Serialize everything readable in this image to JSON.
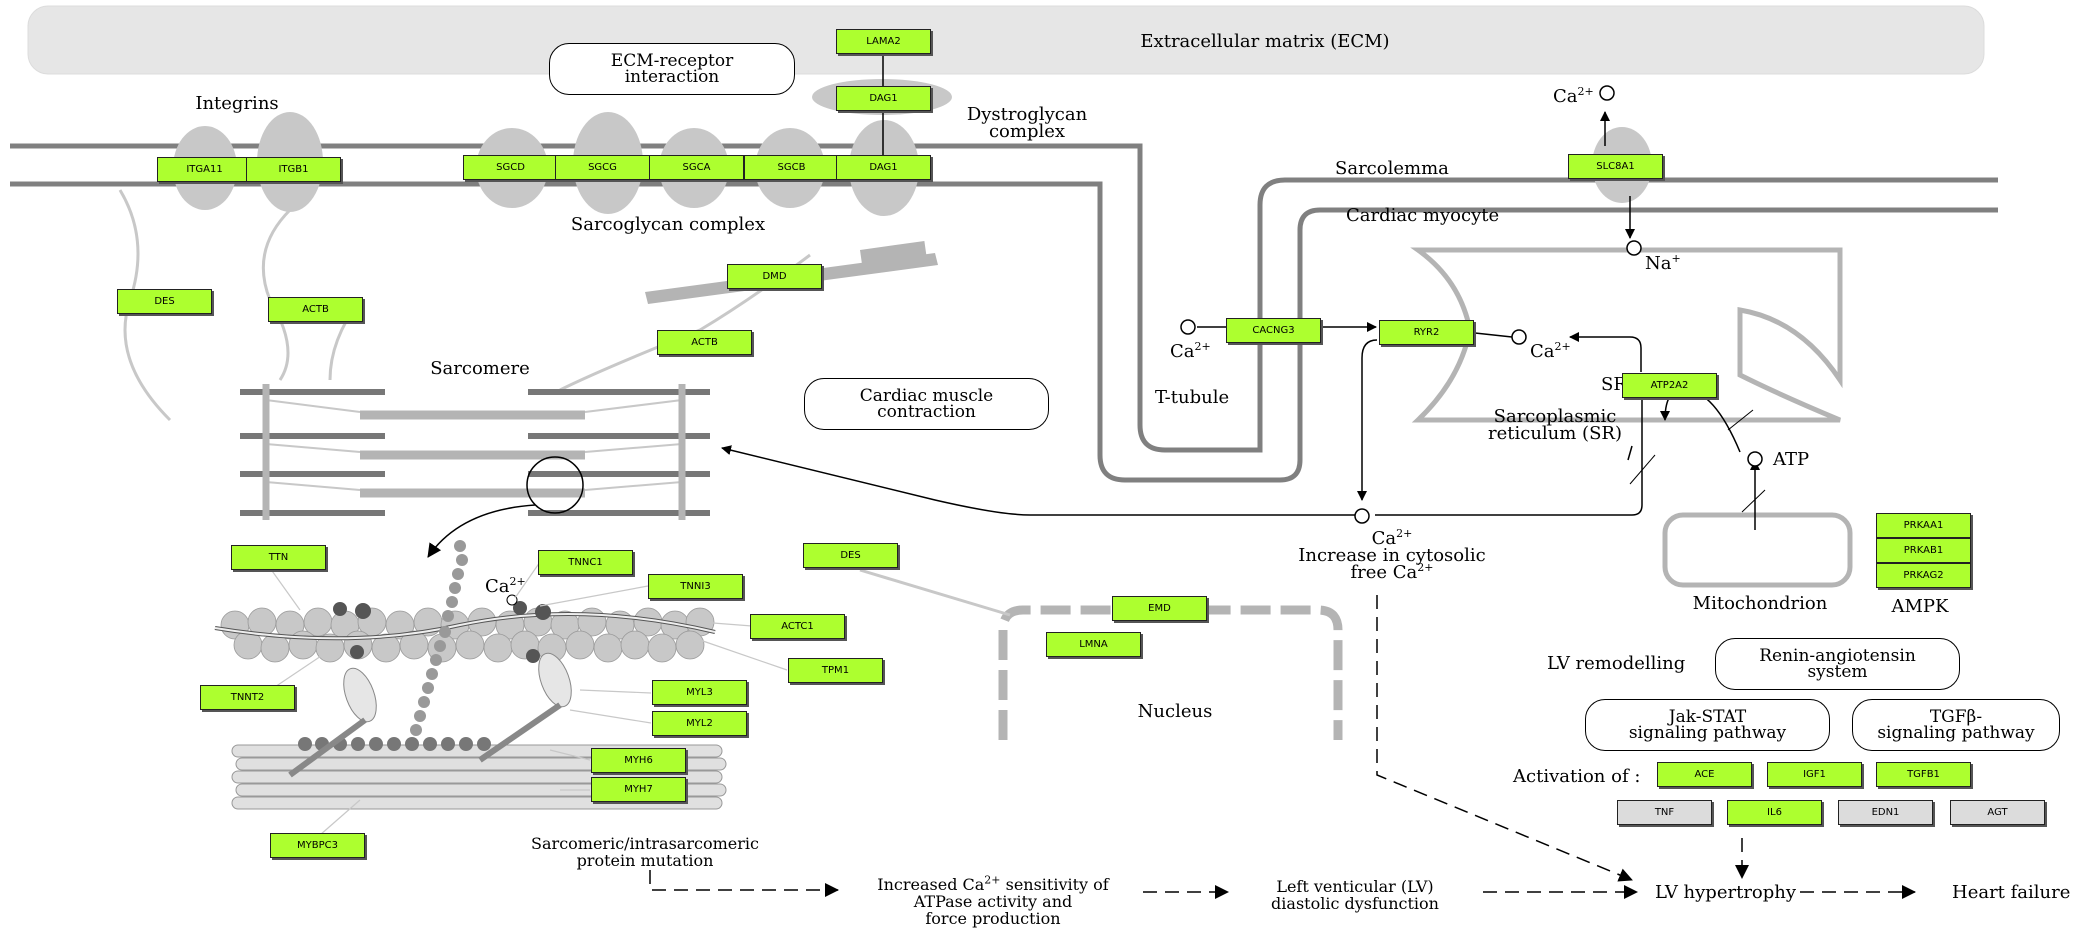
{
  "compartments": {
    "ecm": "Extracellular matrix (ECM)",
    "sarcolemma": "Sarcolemma",
    "cardiac_myocyte": "Cardiac myocyte",
    "t_tubule": "T-tubule",
    "sr_abbrev": "SR",
    "sr_line1": "Sarcoplasmic",
    "sr_line2": "reticulum (SR)",
    "mitochondrion": "Mitochondrion",
    "nucleus": "Nucleus",
    "sarcomere": "Sarcomere"
  },
  "labels": {
    "integrins": "Integrins",
    "dystroglycan_line1": "Dystroglycan",
    "dystroglycan_line2": "complex",
    "sarcoglycan": "Sarcoglycan complex",
    "ca": "Ca",
    "ca_sup": "2+",
    "na": "Na",
    "na_sup": "+",
    "atp": "ATP",
    "ampk": "AMPK",
    "increase_line1": "Increase in cytosolic",
    "increase_line2": "free Ca",
    "lv_remodelling": "LV remodelling",
    "activation_of": "Activation of :"
  },
  "pathway_links": {
    "ecm_receptor_line1": "ECM-receptor",
    "ecm_receptor_line2": "interaction",
    "cardiac_muscle_line1": "Cardiac muscle",
    "cardiac_muscle_line2": "contraction",
    "ras_line1": "Renin-angiotensin",
    "ras_line2": "system",
    "jak_line1": "Jak-STAT",
    "jak_line2": "signaling pathway",
    "tgf_line1": "TGFβ-",
    "tgf_line2": "signaling pathway"
  },
  "outcomes": {
    "mutation_line1": "Sarcomeric/intrasarcomeric",
    "mutation_line2": "protein mutation",
    "sensitivity_line1a": "Increased Ca",
    "sensitivity_line1b": " sensitivity of",
    "sensitivity_line2": "ATPase activity and",
    "sensitivity_line3": "force production",
    "lv_dys_line1": "Left venticular (LV)",
    "lv_dys_line2": "diastolic dysfunction",
    "lv_hypertrophy": "LV hypertrophy",
    "heart_failure": "Heart failure"
  },
  "genes": {
    "lama2": "LAMA2",
    "dag1_top": "DAG1",
    "dag1_mem": "DAG1",
    "itga11": "ITGA11",
    "itgb1": "ITGB1",
    "sgcd": "SGCD",
    "sgcg": "SGCG",
    "sgca": "SGCA",
    "sgcb": "SGCB",
    "slc8a1": "SLC8A1",
    "des_left": "DES",
    "actb_left": "ACTB",
    "dmd": "DMD",
    "actb_mid": "ACTB",
    "cacng3": "CACNG3",
    "ryr2": "RYR2",
    "atp2a2": "ATP2A2",
    "ttn": "TTN",
    "tnnc1": "TNNC1",
    "tnni3": "TNNI3",
    "actc1": "ACTC1",
    "tpm1": "TPM1",
    "myl3": "MYL3",
    "myl2": "MYL2",
    "myh6": "MYH6",
    "myh7": "MYH7",
    "tnnt2": "TNNT2",
    "mybpc3": "MYBPC3",
    "des_mid": "DES",
    "emd": "EMD",
    "lmna": "LMNA",
    "prkaa1": "PRKAA1",
    "prkab1": "PRKAB1",
    "prkag2": "PRKAG2",
    "ace": "ACE",
    "igf1": "IGF1",
    "tgfb1": "TGFB1",
    "tnf": "TNF",
    "il6": "IL6",
    "edn1": "EDN1",
    "agt": "AGT"
  },
  "colors": {
    "gene_highlight": "#adff2f",
    "gene_plain": "#dcdcdc",
    "membrane": "#808080",
    "structure": "#b4b4b4"
  }
}
